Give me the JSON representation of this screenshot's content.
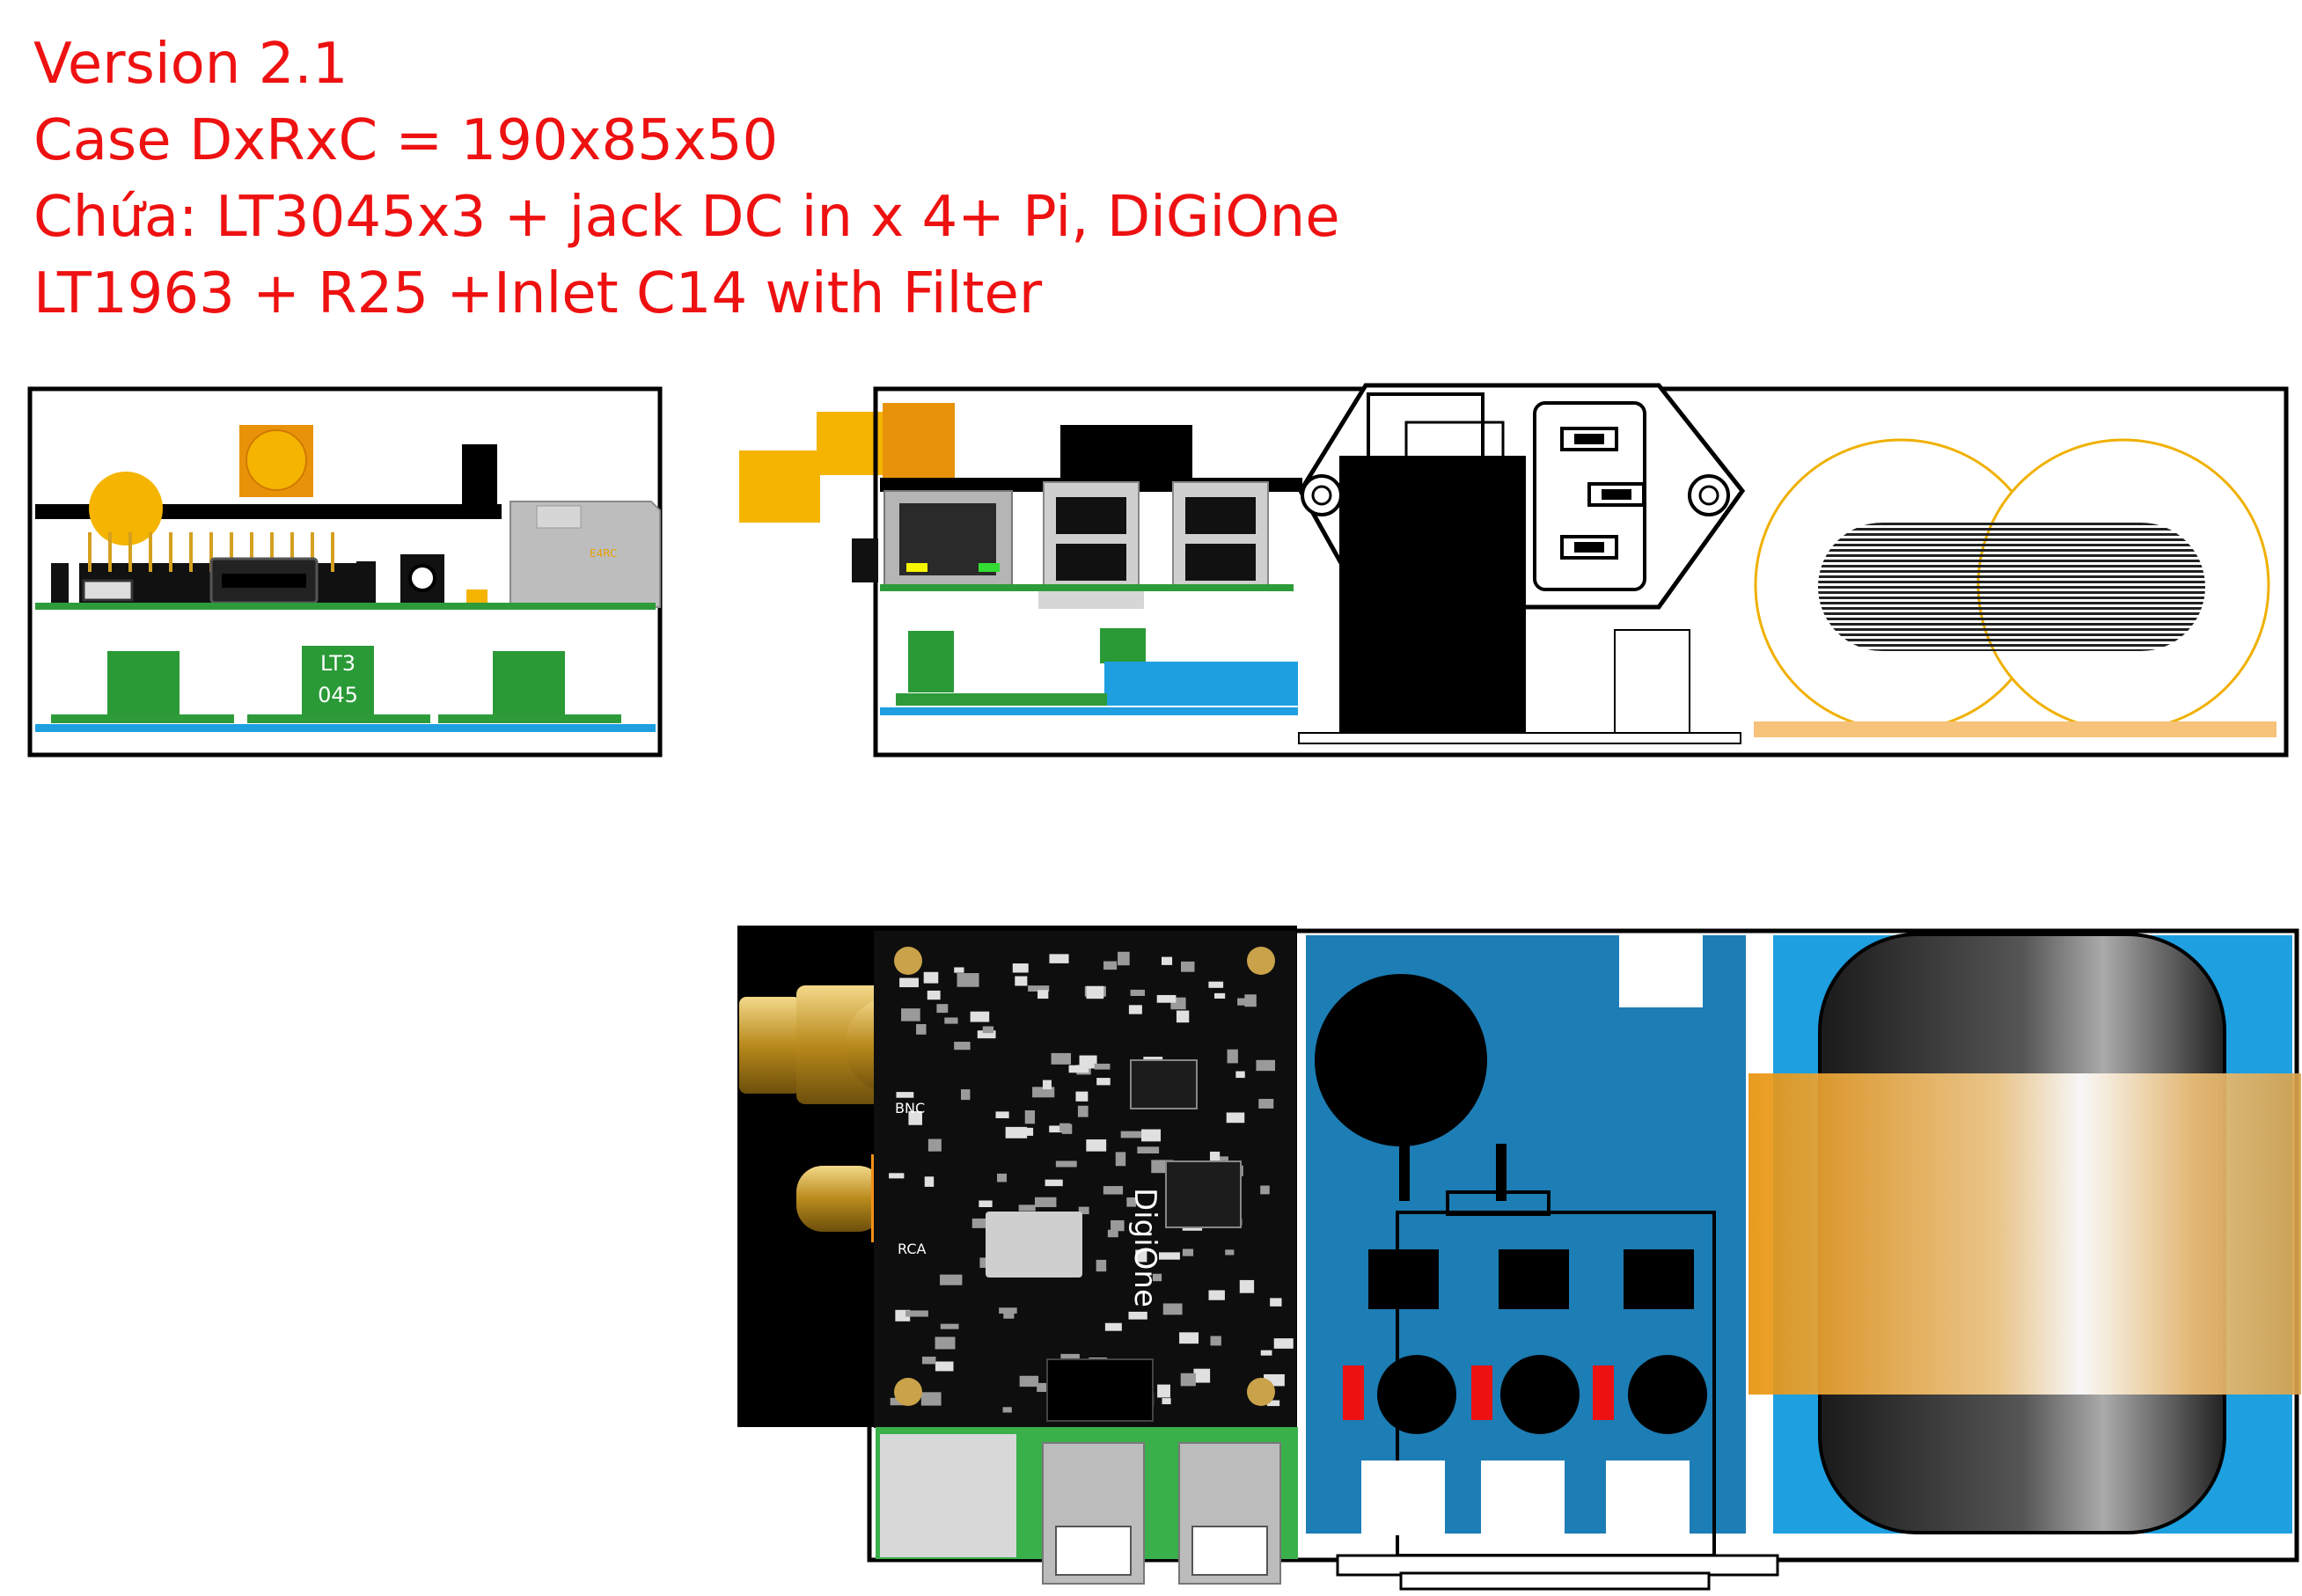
{
  "title": {
    "lines": [
      "Version 2.1",
      "Case DxRxC = 190x85x50",
      "Chứa: LT3045x3 + jack DC in x 4+ Pi, DiGiOne",
      "LT1963 + R25 +Inlet C14 with Filter"
    ]
  },
  "labels": {
    "lt3045_line1": "LT3",
    "lt3045_line2": "045",
    "digione_brand": "DigiOne",
    "bnc": "BNC",
    "rca": "RCA",
    "heatsink_tag": "E4RC"
  },
  "colors": {
    "title_text": "#ee1111",
    "pcb_green": "#2e9b3a",
    "module_green": "#2a9a36",
    "accent_yellow": "#f5b400",
    "accent_orange": "#e8920a",
    "blue_strip": "#1e9fe0",
    "transformer_outline": "#f0b000",
    "filter_board_blue": "#1d7db5",
    "transformer_bg_blue": "#1e9fe0",
    "wood_base": "#f7c27a"
  }
}
